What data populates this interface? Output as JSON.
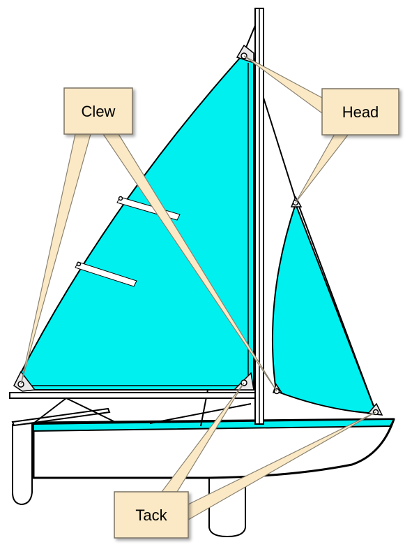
{
  "labels": {
    "clew": "Clew",
    "head": "Head",
    "tack": "Tack"
  },
  "colors": {
    "sail": "#00f0f0",
    "callout": "#fbe9c6",
    "outline": "#000000"
  }
}
